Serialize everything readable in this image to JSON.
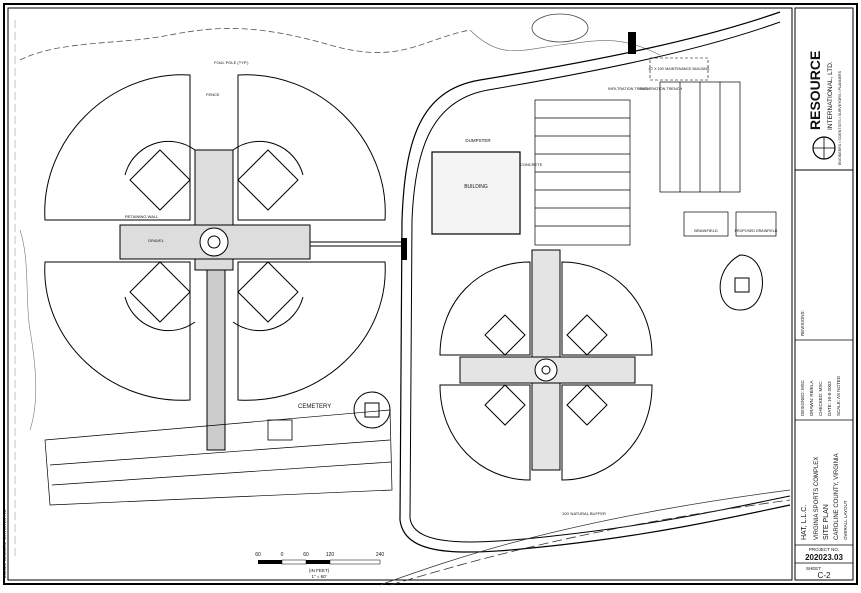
{
  "firm": {
    "name_line1": "RESOURCE",
    "name_line2": "INTERNATIONAL, LTD.",
    "tagline": "ENGINEERS • SCIENTISTS • SURVEYORS • PLANNERS"
  },
  "title_block": {
    "client": "HAT, L.L.C.",
    "project": "VIRGINIA SPORTS COMPLEX",
    "sheet_title": "SITE PLAN",
    "location": "CAROLINE COUNTY, VIRGINIA",
    "subtitle": "OVERALL LAYOUT",
    "designed": "DESIGNED: MSC",
    "drawn": "DRAWN: RB/ELA",
    "checked": "CHECKED: MSC",
    "date": "DATE: 10-8-2003",
    "scale": "SCALE: AS NOTED",
    "revisions_label": "REVISIONS:",
    "project_no_label": "PROJECT NO.",
    "project_no": "202023.03",
    "sheet_label": "SHEET",
    "sheet_no": "C-2"
  },
  "plan_labels": {
    "cemetery": "CEMETERY",
    "building": "BUILDING",
    "dumpster": "DUMPSTER",
    "concrete": "CONCRETE",
    "infiltration_1": "INFILTRATION TRENCH",
    "infiltration_2": "INFILTRATION TRENCH",
    "bullpen_1": "BRAINFIELD",
    "bullpen_2": "PROPOSED DRAINFIELD",
    "retaining_wall": "RETAINING WALL",
    "foul_pole": "FOUL POLE (TYP.)",
    "fence": "FENCE",
    "gravel": "GRAVEL",
    "natural_buffer": "100' NATURAL BUFFER",
    "maint_building": "40' X 100' MAINTENANCE BUILDING"
  },
  "scale_bar": {
    "ticks": [
      "60",
      "0",
      "60",
      "120",
      "240"
    ],
    "unit": "(IN FEET)",
    "ratio": "1\" = 60'"
  },
  "margin_note": "202023-04.03C\\SPORTSITE.PRO"
}
